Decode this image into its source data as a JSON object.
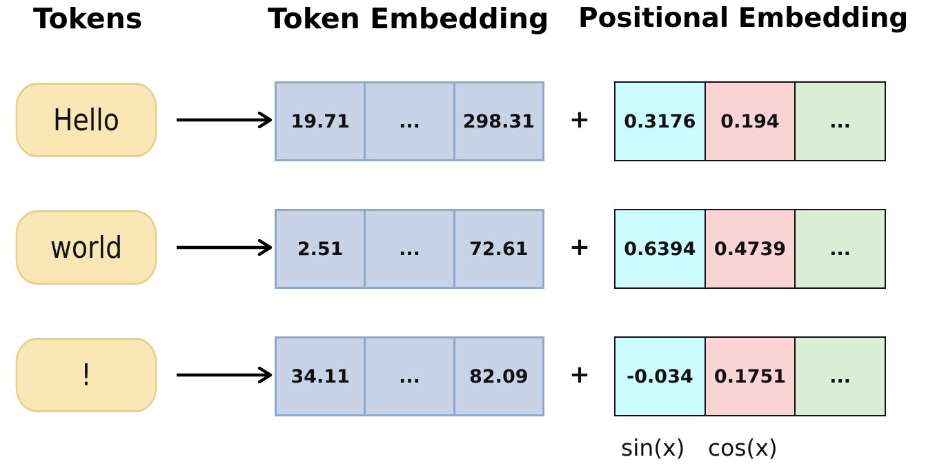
{
  "headers": {
    "tokens": "Tokens",
    "token_embedding": "Token Embedding",
    "positional_embedding": "Positional Embedding"
  },
  "rows": [
    {
      "token": "Hello",
      "token_embedding": [
        "19.71",
        "...",
        "298.31"
      ],
      "operator": "+",
      "positional_embedding": [
        "0.3176",
        "0.194",
        "..."
      ]
    },
    {
      "token": "world",
      "token_embedding": [
        "2.51",
        "...",
        "72.61"
      ],
      "operator": "+",
      "positional_embedding": [
        "0.6394",
        "0.4739",
        "..."
      ]
    },
    {
      "token": "!",
      "token_embedding": [
        "34.11",
        "...",
        "82.09"
      ],
      "operator": "+",
      "positional_embedding": [
        "-0.034",
        "0.1751",
        "..."
      ]
    }
  ],
  "function_labels": {
    "sin": "sin(x)",
    "cos": "cos(x)"
  },
  "colors": {
    "token_fill": "#fbe7b5",
    "token_border": "#e8cf8f",
    "token_embedding_fill": "#c9d3e8",
    "token_embedding_border": "#8ea9c9",
    "sin_fill": "#ccfcff",
    "cos_fill": "#fbd5d5",
    "other_fill": "#dcedd6",
    "arrow": "#000000"
  }
}
